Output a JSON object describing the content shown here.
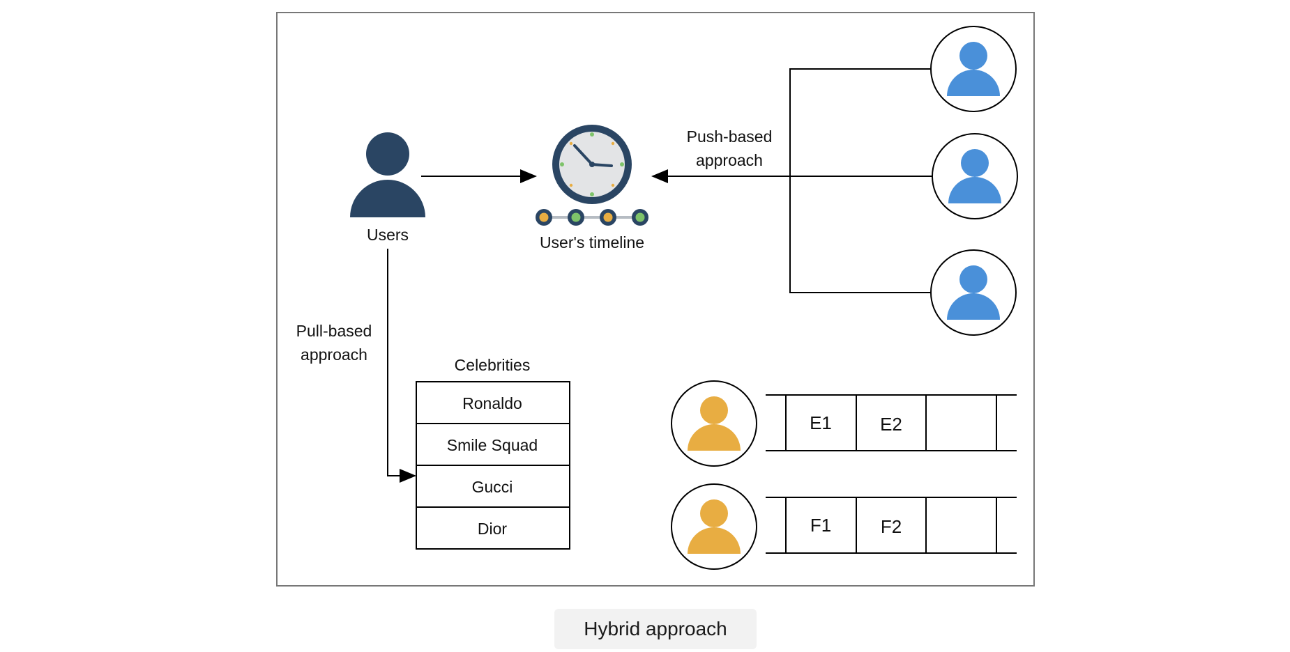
{
  "diagram": {
    "users_label": "Users",
    "timeline_label": "User's timeline",
    "push_label_line1": "Push-based",
    "push_label_line2": "approach",
    "pull_label_line1": "Pull-based",
    "pull_label_line2": "approach",
    "celebrities_title": "Celebrities",
    "celebrities": [
      "Ronaldo",
      "Smile Squad",
      "Gucci",
      "Dior"
    ],
    "queue_e": [
      "E1",
      "E2",
      ""
    ],
    "queue_f": [
      "F1",
      "F2",
      ""
    ]
  },
  "caption": "Hybrid approach",
  "colors": {
    "user_dark": "#2a4563",
    "follower_blue": "#4a90d9",
    "celebrity_orange": "#e8ad42",
    "clock_ring": "#2a4563",
    "dot_green": "#7ec36a",
    "dot_orange": "#e8ad42"
  }
}
